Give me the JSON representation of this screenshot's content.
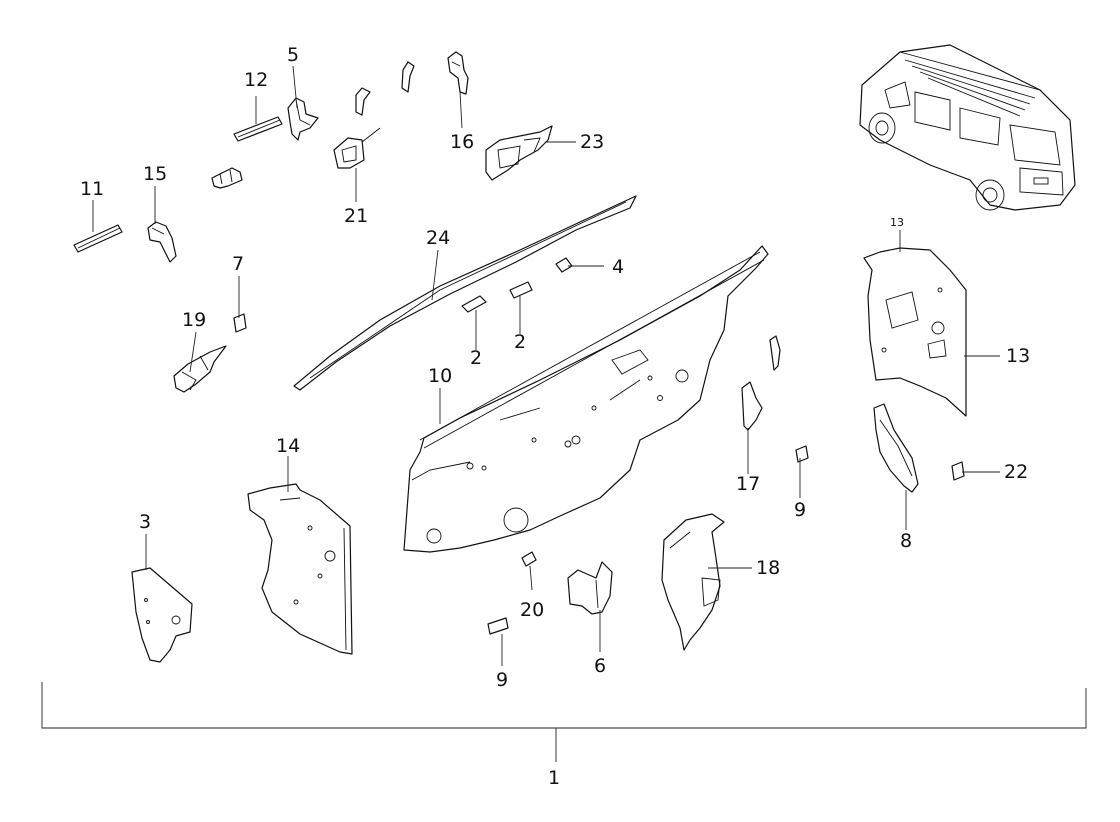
{
  "callouts": {
    "c1": "1",
    "c2a": "2",
    "c2b": "2",
    "c3": "3",
    "c4": "4",
    "c5": "5",
    "c6": "6",
    "c7": "7",
    "c8": "8",
    "c9a": "9",
    "c9b": "9",
    "c10": "10",
    "c11": "11",
    "c12": "12",
    "c13": "13",
    "c13small": "13",
    "c14": "14",
    "c15": "15",
    "c16": "16",
    "c17": "17",
    "c18": "18",
    "c19": "19",
    "c20": "20",
    "c21": "21",
    "c22": "22",
    "c23": "23",
    "c24": "24"
  },
  "colors": {
    "line": "#111111",
    "background": "#ffffff"
  },
  "icons": {
    "vehicle": "van-thumbnail-icon"
  }
}
